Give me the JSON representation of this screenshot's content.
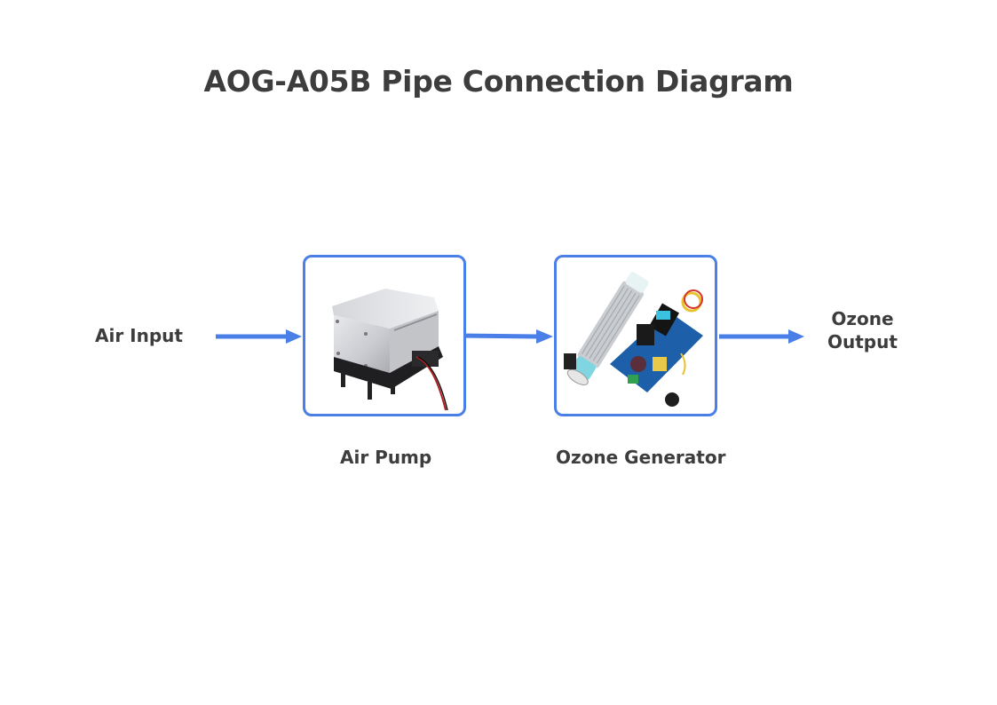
{
  "title": "AOG-A05B Pipe Connection Diagram",
  "nodes": {
    "air_input": "Air Input",
    "air_pump": "Air Pump",
    "ozone_generator": "Ozone Generator",
    "ozone_output_line1": "Ozone",
    "ozone_output_line2": "Output"
  },
  "icons": {
    "air_pump_image": "air-pump-photo",
    "ozone_generator_image": "ozone-generator-photo"
  },
  "colors": {
    "accent": "#4a7fe8",
    "arrow": "#4a7fe8",
    "text": "#3d3d3d"
  },
  "flow": [
    "Air Input",
    "Air Pump",
    "Ozone Generator",
    "Ozone Output"
  ]
}
